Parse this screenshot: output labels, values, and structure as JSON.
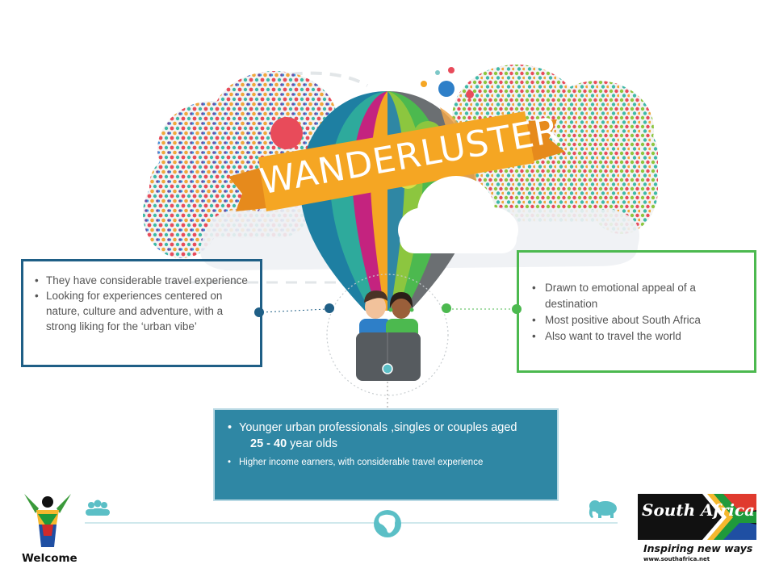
{
  "banner": {
    "title": "WANDERLUSTER"
  },
  "left_box": {
    "bullets": [
      "They have considerable travel experience",
      "Looking for experiences centered on nature, culture and adventure, with a strong liking for the ‘urban vibe’"
    ]
  },
  "right_box": {
    "bullets": [
      "Drawn to emotional appeal of a destination",
      "Most positive about South Africa",
      "Also want to travel the world"
    ]
  },
  "bottom_box": {
    "bullet1_text": "Younger urban professionals ,singles or couples aged",
    "bullet1_age": "25 - 40",
    "bullet1_suffix": " year olds",
    "bullet2": "Higher income earners, with considerable travel experience"
  },
  "footer": {
    "welcome_label": "Welcome",
    "logo_title": "South Africa",
    "tagline": "Inspiring new ways",
    "website": "www.southafrica.net"
  },
  "colors": {
    "blue": "#1f5f86",
    "green": "#4cb94f",
    "teal": "#2f87a4",
    "orange": "#f5a623",
    "light_teal": "#5bbfc6"
  },
  "icons": [
    "people-icon",
    "africa-map-icon",
    "elephant-icon",
    "welcome-figure-icon"
  ]
}
